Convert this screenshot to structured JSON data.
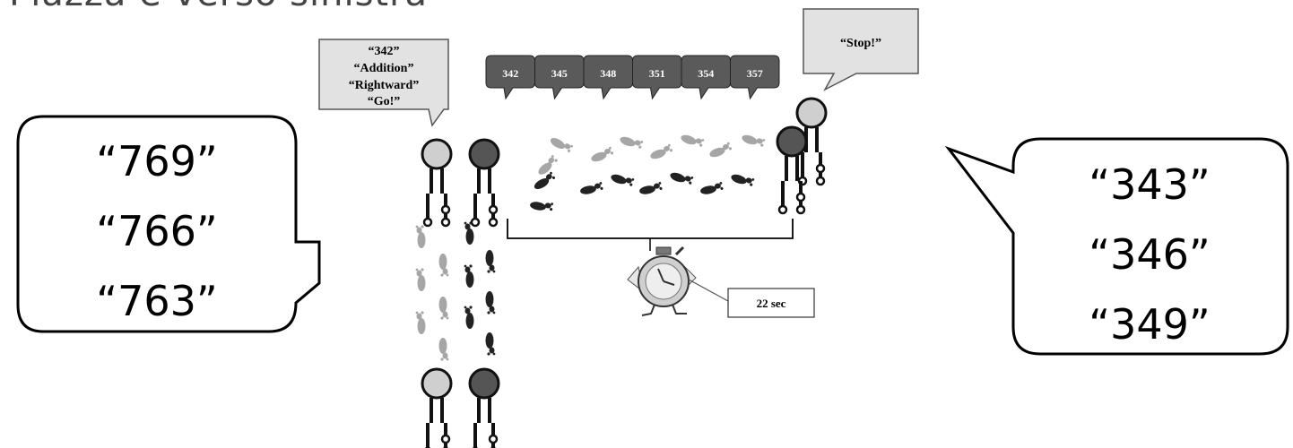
{
  "header": {
    "partial_title": "Piazza e verso sinistra"
  },
  "start_bubble": {
    "lines": [
      "“342”",
      "“Addition”",
      "“Rightward”",
      "“Go!”"
    ]
  },
  "stop_bubble": {
    "text": "“Stop!”"
  },
  "number_tiles": [
    "342",
    "345",
    "348",
    "351",
    "354",
    "357"
  ],
  "left_callout": {
    "lines": [
      "“769”",
      "“766”",
      "“763”"
    ]
  },
  "right_callout": {
    "lines": [
      "“343”",
      "“346”",
      "“349”"
    ]
  },
  "timer": {
    "label": "22 sec"
  },
  "colors": {
    "dark_figure": "#555555",
    "light_figure": "#cfcfcf",
    "tile_fill": "#5a5a5a",
    "bubble_fill": "#e2e2e2",
    "dark_footprint": "#222222",
    "light_footprint": "#a6a6a6"
  }
}
